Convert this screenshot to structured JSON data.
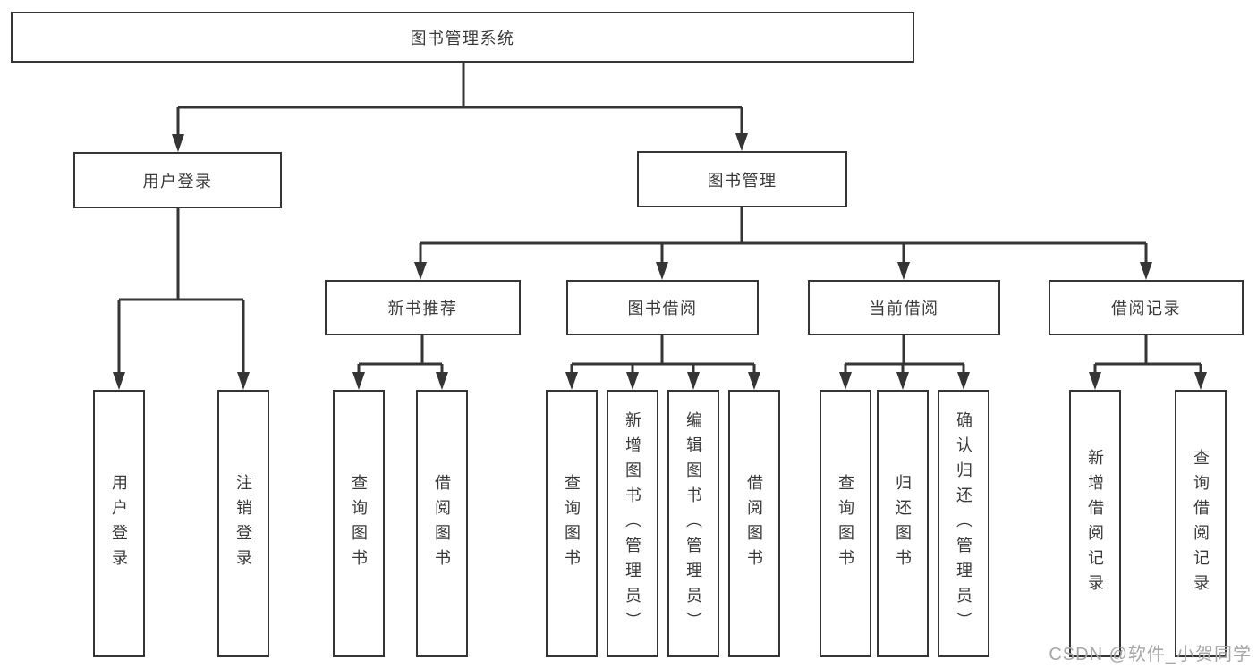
{
  "diagram": {
    "type": "hierarchy-tree",
    "root": {
      "label": "图书管理系统",
      "children": [
        {
          "label": "用户登录",
          "children": [
            {
              "label": "用户登录"
            },
            {
              "label": "注销登录"
            }
          ]
        },
        {
          "label": "图书管理",
          "children": [
            {
              "label": "新书推荐",
              "children": [
                {
                  "label": "查询图书"
                },
                {
                  "label": "借阅图书"
                }
              ]
            },
            {
              "label": "图书借阅",
              "children": [
                {
                  "label": "查询图书"
                },
                {
                  "label": "新增图书（管理员）"
                },
                {
                  "label": "编辑图书（管理员）"
                },
                {
                  "label": "借阅图书"
                }
              ]
            },
            {
              "label": "当前借阅",
              "children": [
                {
                  "label": "查询图书"
                },
                {
                  "label": "归还图书"
                },
                {
                  "label": "确认归还（管理员）"
                }
              ]
            },
            {
              "label": "借阅记录",
              "children": [
                {
                  "label": "新增借阅记录"
                },
                {
                  "label": "查询借阅记录"
                }
              ]
            }
          ]
        }
      ]
    }
  },
  "watermark": {
    "text": "CSDN @软件_小贺同学"
  },
  "colors": {
    "line": "#353535",
    "text": "#3a3a3a",
    "watermark": "#a6a6a6",
    "background": "#ffffff"
  }
}
